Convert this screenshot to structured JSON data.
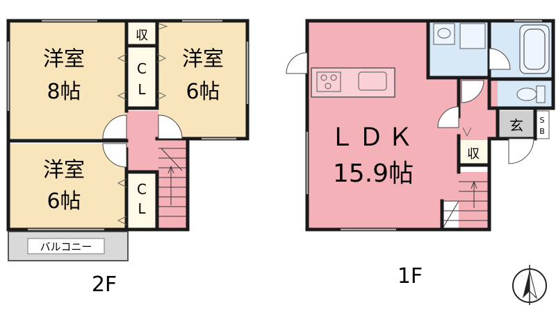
{
  "floor2": {
    "caption": "2F",
    "bedroom_a": {
      "name": "洋室",
      "size": "8帖"
    },
    "bedroom_b": {
      "name": "洋室",
      "size": "6帖"
    },
    "bedroom_c": {
      "name": "洋室",
      "size": "6帖"
    },
    "storage": "収",
    "closet_top": {
      "c": "C",
      "l": "L"
    },
    "closet_bottom": {
      "c": "C",
      "l": "L"
    },
    "balcony": "バルコニー"
  },
  "floor1": {
    "caption": "1F",
    "ldk": {
      "name": "ＬＤＫ",
      "size": "15.9帖"
    },
    "entrance": "玄",
    "storage": "収",
    "shoe_box": {
      "s": "S",
      "b": "B"
    }
  },
  "colors": {
    "room_beige": "#f9e5bb",
    "ldk_pink": "#f5b1b8",
    "wet_blue": "#d7e8f7",
    "balcony_gray": "#d9d9d9",
    "entrance_gray": "#cfcfcf",
    "wall": "#1a1a1a"
  },
  "icons": [
    "north-arrow-icon",
    "stair-icon",
    "door-swing-icon",
    "sink-icon",
    "stove-icon",
    "bathtub-icon",
    "toilet-icon"
  ]
}
